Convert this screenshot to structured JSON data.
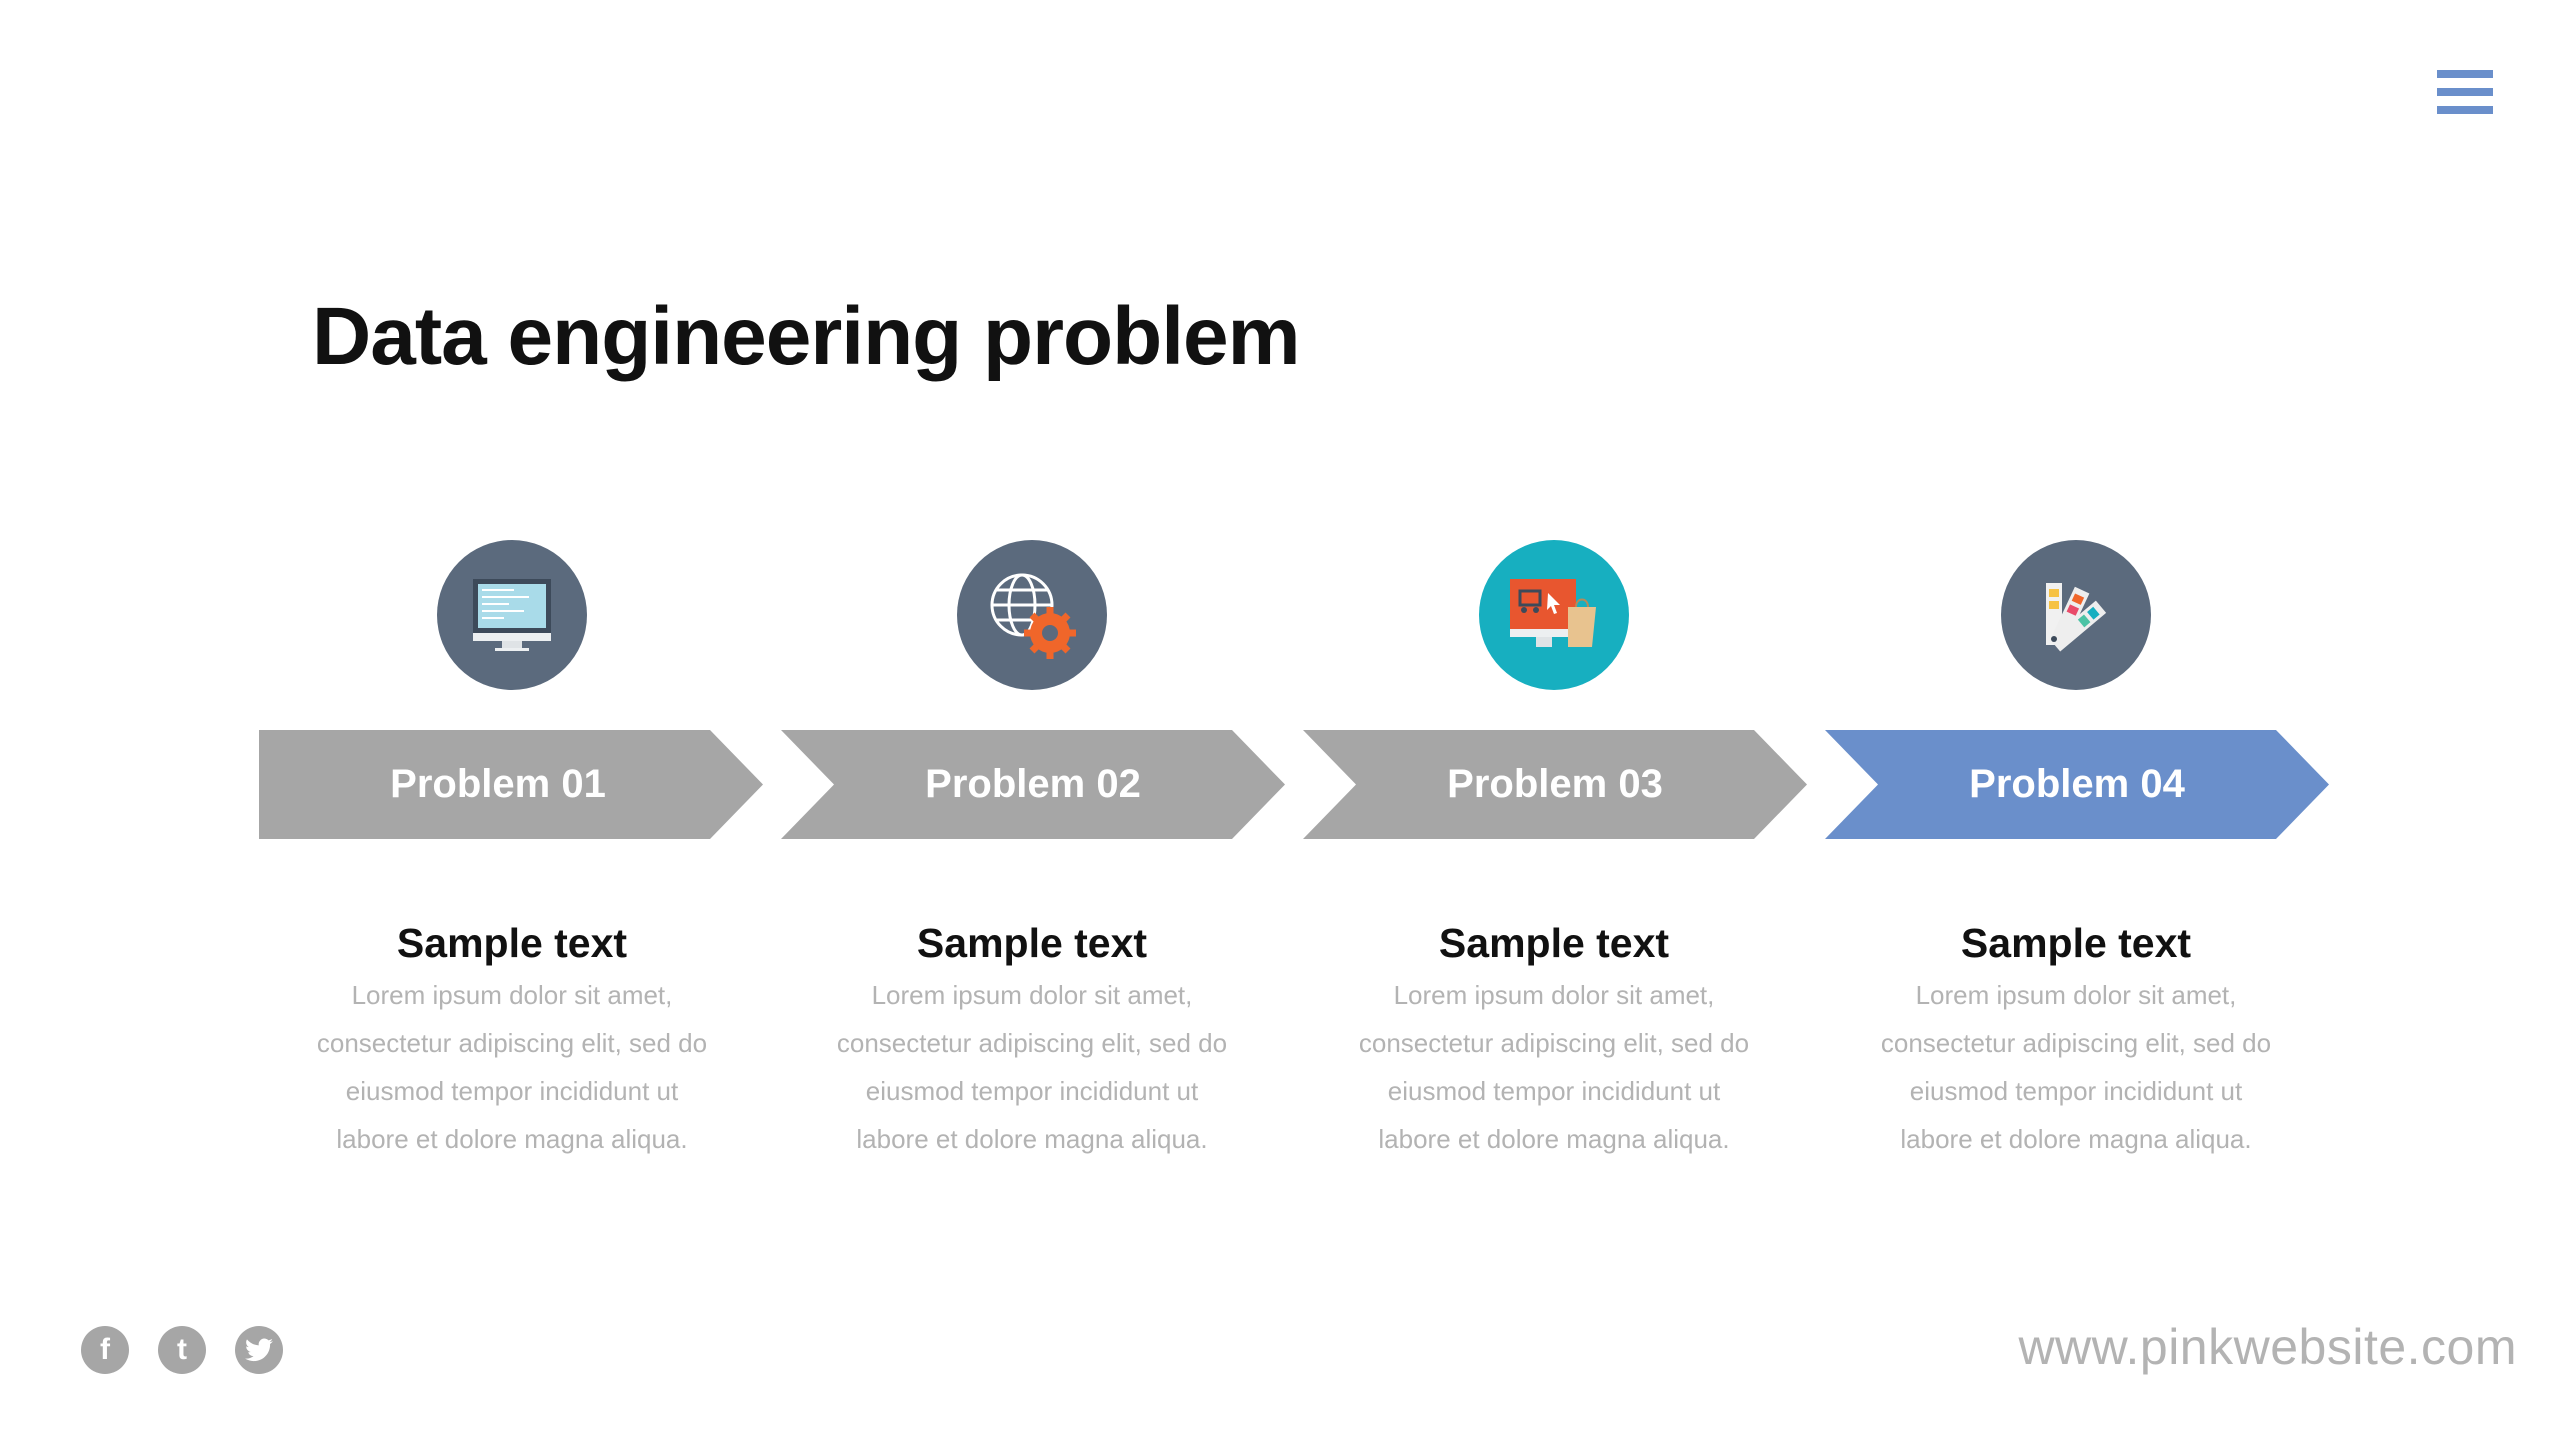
{
  "header": {
    "title": "Data engineering problem",
    "menu_icon": "hamburger-menu-icon"
  },
  "colors": {
    "arrow_gray": "#a6a6a6",
    "arrow_active": "#6a8fcb",
    "circle_dark": "#5b6a7d",
    "circle_teal": "#17afc0",
    "accent": "#6a8fcb"
  },
  "steps": [
    {
      "label": "Problem 01",
      "icon": "monitor-code-icon",
      "heading": "Sample text",
      "lines": [
        "Lorem ipsum dolor sit amet,",
        "consectetur adipiscing elit, sed do",
        "eiusmod tempor incididunt ut",
        "labore et dolore magna aliqua."
      ]
    },
    {
      "label": "Problem 02",
      "icon": "globe-gear-icon",
      "heading": "Sample text",
      "lines": [
        "Lorem ipsum dolor sit amet,",
        "consectetur adipiscing elit, sed do",
        "eiusmod tempor incididunt ut",
        "labore et dolore magna aliqua."
      ]
    },
    {
      "label": "Problem 03",
      "icon": "shopping-cart-monitor-icon",
      "heading": "Sample text",
      "lines": [
        "Lorem ipsum dolor sit amet,",
        "consectetur adipiscing elit, sed do",
        "eiusmod tempor incididunt ut",
        "labore et dolore magna aliqua."
      ]
    },
    {
      "label": "Problem 04",
      "icon": "color-palette-icon",
      "heading": "Sample text",
      "lines": [
        "Lorem ipsum dolor sit amet,",
        "consectetur adipiscing elit, sed do",
        "eiusmod tempor incididunt ut",
        "labore et dolore magna aliqua."
      ]
    }
  ],
  "footer": {
    "social": [
      {
        "name": "facebook",
        "glyph": "f"
      },
      {
        "name": "tumblr",
        "glyph": "t"
      },
      {
        "name": "twitter",
        "glyph": "🐦"
      }
    ],
    "website": "www.pinkwebsite.com"
  }
}
